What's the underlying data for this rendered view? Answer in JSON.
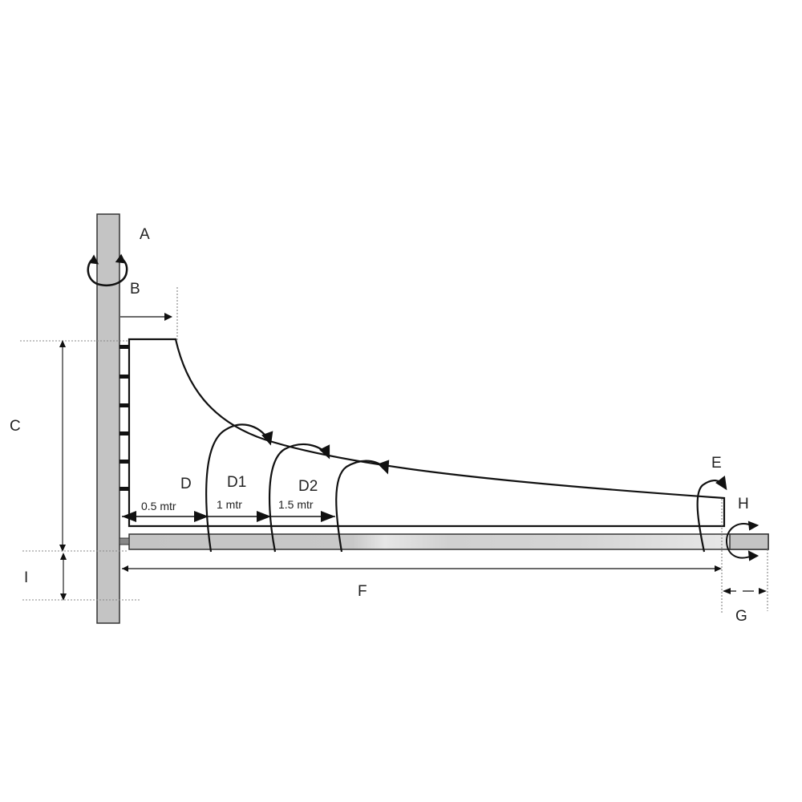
{
  "diagram": {
    "type": "wall-mounted tapered air jet / cantilever schematic",
    "labels": {
      "A": "A",
      "B": "B",
      "C": "C",
      "D": "D",
      "D1": "D1",
      "D2": "D2",
      "E": "E",
      "F": "F",
      "G": "G",
      "H": "H",
      "I": "I"
    },
    "distances": {
      "d0": "0.5 mtr",
      "d1": "1 mtr",
      "d2": "1.5 mtr"
    },
    "colors": {
      "wall": "#c4c4c4",
      "bar": "#c8c8c8",
      "stroke": "#111111",
      "guide": "#888888"
    }
  }
}
